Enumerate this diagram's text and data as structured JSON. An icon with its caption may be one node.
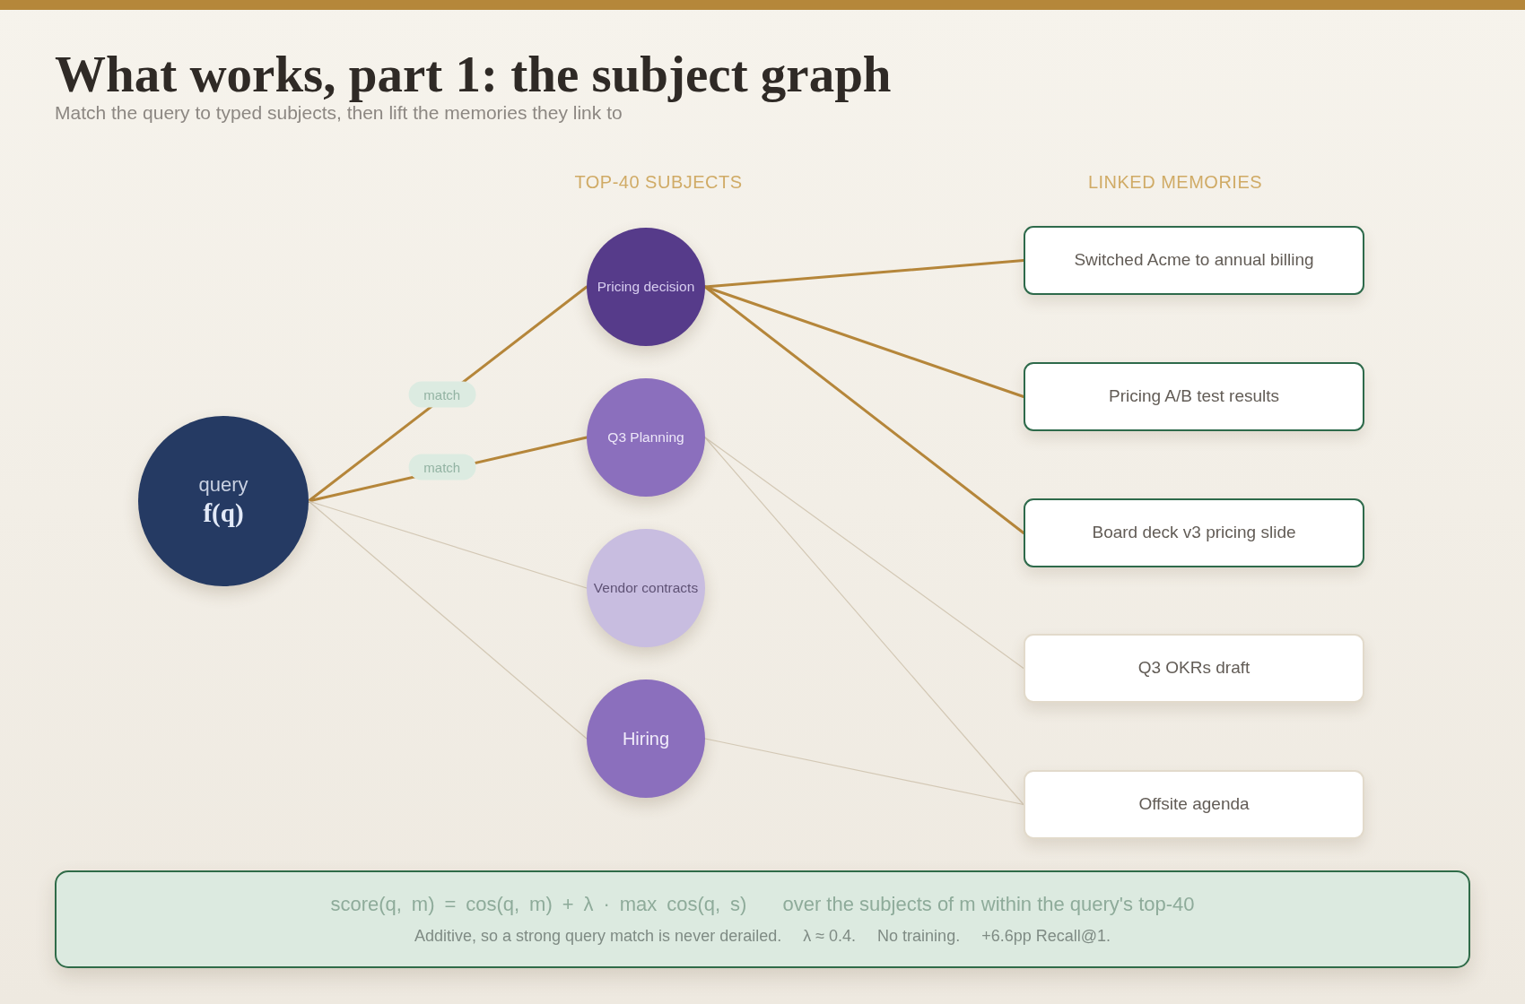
{
  "diagram": {
    "title": "What works, part 1: the subject graph",
    "nodes": [
      {
        "text": [
          "query",
          "f(q)"
        ]
      },
      {
        "text": [
          "Pricing decision"
        ]
      },
      {
        "text": [
          "Q3 Planning"
        ]
      },
      {
        "text": [
          "Vendor contracts"
        ]
      },
      {
        "text": [
          "Hiring"
        ]
      },
      {
        "text": [
          "Switched Acme to annual billing"
        ]
      },
      {
        "text": [
          "Pricing A/B test results"
        ]
      },
      {
        "text": [
          "Board deck v3 pricing slide"
        ]
      },
      {
        "text": [
          "Q3 OKRs draft"
        ]
      },
      {
        "text": [
          "Offsite agenda"
        ]
      },
      {
        "text": [
          "score(q, m) = cos(q, m) + λ · max cos(q, s)",
          "over the subjects of m within the query's top-40",
          "Additive, so a strong query match is never derailed.",
          "λ ≈ 0.4.",
          "No training.",
          "+6.6pp Recall@1."
        ]
      }
    ],
    "edges": [
      {
        "from": 0,
        "to": 1,
        "arrow": "none",
        "label": "match"
      },
      {
        "from": 0,
        "to": 2,
        "arrow": "none",
        "label": "match"
      },
      {
        "from": 0,
        "to": 3,
        "arrow": "none",
        "color": "#d3c8b5"
      },
      {
        "from": 0,
        "to": 4,
        "arrow": "none",
        "color": "#d3c8b5"
      },
      {
        "from": 1,
        "to": 5,
        "arrow": "none"
      },
      {
        "from": 1,
        "to": 6,
        "arrow": "none"
      },
      {
        "from": 1,
        "to": 7,
        "arrow": "none"
      },
      {
        "from": 2,
        "to": 8,
        "arrow": "none",
        "color": "#d3c8b5"
      },
      {
        "from": 2,
        "to": 9,
        "arrow": "none",
        "color": "#d3c8b5"
      },
      {
        "from": 4,
        "to": 9,
        "arrow": "none",
        "color": "#d3c8b5"
      }
    ],
    "labels": [
      "Match the query to typed subjects, then lift the memories they link to",
      "TOP-40 SUBJECTS",
      "LINKED MEMORIES"
    ]
  }
}
